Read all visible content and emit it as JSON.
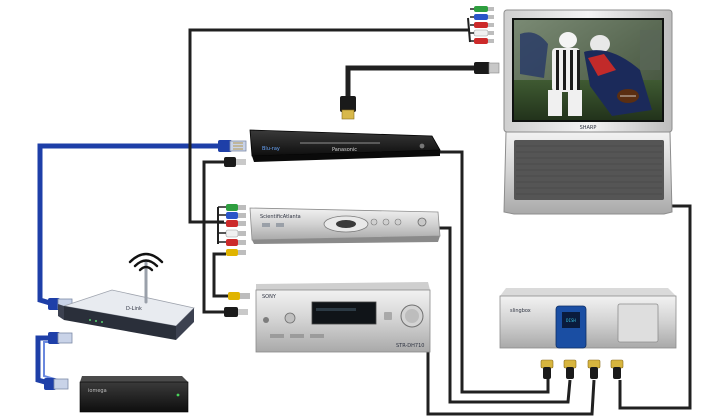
{
  "labels": {
    "bluray_brand": "Panasonic",
    "bluray_logo": "Blu-ray",
    "satellite_brand": "ScientificAtlanta",
    "receiver_brand": "SONY",
    "receiver_model": "STR-DH710",
    "dish_brand": "DISH",
    "router_brand": "D-Link",
    "tv_brand": "SHARP",
    "storage_brand": "iomega",
    "hub_brand": "slingbox"
  },
  "colors": {
    "network_cable": "#1e3fa8",
    "av_cable": "#202020",
    "component_green": "#2e9e3f",
    "component_blue": "#2a55c8",
    "component_red": "#cc2a2a",
    "composite_yellow": "#e0b400"
  }
}
